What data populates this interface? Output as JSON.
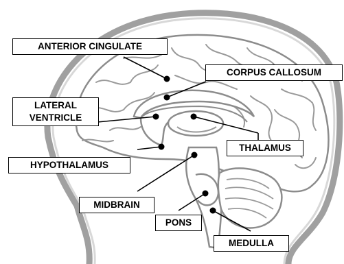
{
  "colors": {
    "outline": "#9a9a9a",
    "brain_line": "#8c8c8c",
    "leader": "#000000",
    "box_border": "#000000",
    "background": "#ffffff"
  },
  "labels": {
    "anterior_cingulate": "ANTERIOR CINGULATE",
    "corpus_callosum": "CORPUS CALLOSUM",
    "lateral_ventricle_line1": "LATERAL",
    "lateral_ventricle_line2": "VENTRICLE",
    "thalamus": "THALAMUS",
    "hypothalamus": "HYPOTHALAMUS",
    "midbrain": "MIDBRAIN",
    "pons": "PONS",
    "medulla": "MEDULLA"
  }
}
